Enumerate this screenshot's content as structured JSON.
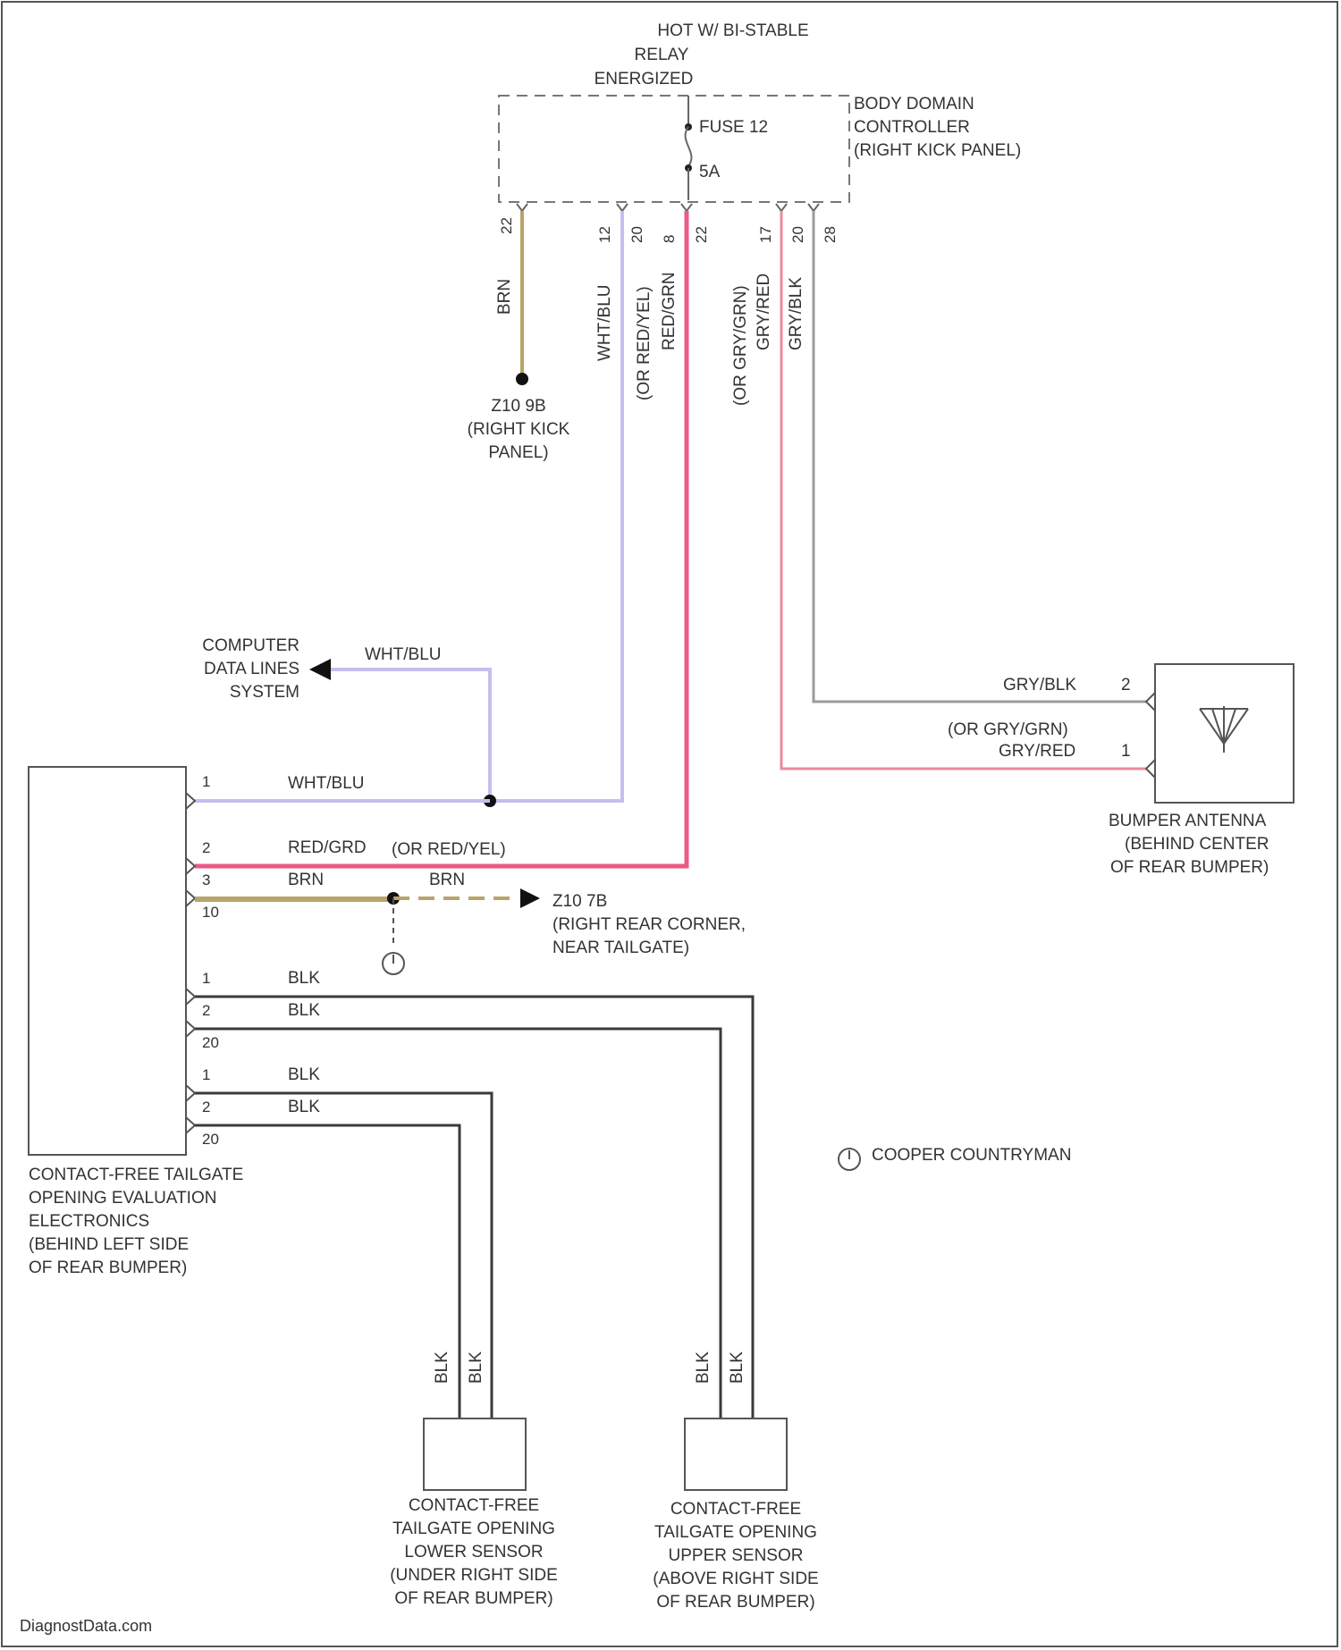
{
  "colors": {
    "wire_brn": "#b8a36a",
    "wire_wht_blu": "#c3c0ee",
    "wire_red": "#ec5a86",
    "wire_gry_red": "#e98b97",
    "wire_gry_blk": "#9b9b9b",
    "wire_blk": "#3a3a3a",
    "outline": "#444444"
  },
  "top": {
    "relay_label": [
      "HOT W/ BI-STABLE",
      "RELAY",
      "ENERGIZED"
    ],
    "bdc_label": [
      "BODY DOMAIN",
      "CONTROLLER",
      "(RIGHT KICK PANEL)"
    ],
    "fuse_name": "FUSE 12",
    "fuse_rating": "5A",
    "pins": [
      "22",
      "12",
      "20",
      "8",
      "22",
      "17",
      "20",
      "28"
    ]
  },
  "wires": {
    "brn": "BRN",
    "wht_blu": "WHT/BLU",
    "red_grn_alt": [
      "(OR RED/YEL)",
      "RED/GRN"
    ],
    "gry_grn_alt": [
      "(OR GRY/GRN)",
      "GRY/RED"
    ],
    "gry_blk": "GRY/BLK"
  },
  "ground1": [
    "Z10 9B",
    "(RIGHT KICK",
    "PANEL)"
  ],
  "cdl": [
    "COMPUTER",
    "DATA LINES",
    "SYSTEM"
  ],
  "cdl_wire": "WHT/BLU",
  "antenna": {
    "label": [
      "BUMPER ANTENNA",
      "(BEHIND CENTER",
      "OF REAR BUMPER)"
    ],
    "pin2": "2",
    "pin1": "1",
    "wire2": "GRY/BLK",
    "wire1a": "(OR GRY/GRN)",
    "wire1b": "GRY/RED"
  },
  "module": {
    "label": [
      "CONTACT-FREE TAILGATE",
      "OPENING EVALUATION",
      "ELECTRONICS",
      "(BEHIND LEFT SIDE",
      "OF REAR BUMPER)"
    ],
    "pins": [
      "1",
      "2",
      "3",
      "10",
      "1",
      "2",
      "20",
      "1",
      "2",
      "20"
    ],
    "wires": [
      "WHT/BLU",
      "RED/GRD",
      "(OR RED/YEL)",
      "BRN",
      "BRN",
      "BLK",
      "BLK",
      "BLK",
      "BLK"
    ]
  },
  "ground2": [
    "Z10 7B",
    "(RIGHT REAR CORNER,",
    "NEAR TAILGATE)"
  ],
  "note": "COOPER COUNTRYMAN",
  "sensor_lower": {
    "label": [
      "CONTACT-FREE",
      "TAILGATE OPENING",
      "LOWER SENSOR",
      "(UNDER RIGHT SIDE",
      "OF REAR BUMPER)"
    ],
    "wires": [
      "BLK",
      "BLK"
    ]
  },
  "sensor_upper": {
    "label": [
      "CONTACT-FREE",
      "TAILGATE OPENING",
      "UPPER SENSOR",
      "(ABOVE RIGHT SIDE",
      "OF REAR BUMPER)"
    ],
    "wires": [
      "BLK",
      "BLK"
    ]
  },
  "watermark": "DiagnostData.com"
}
